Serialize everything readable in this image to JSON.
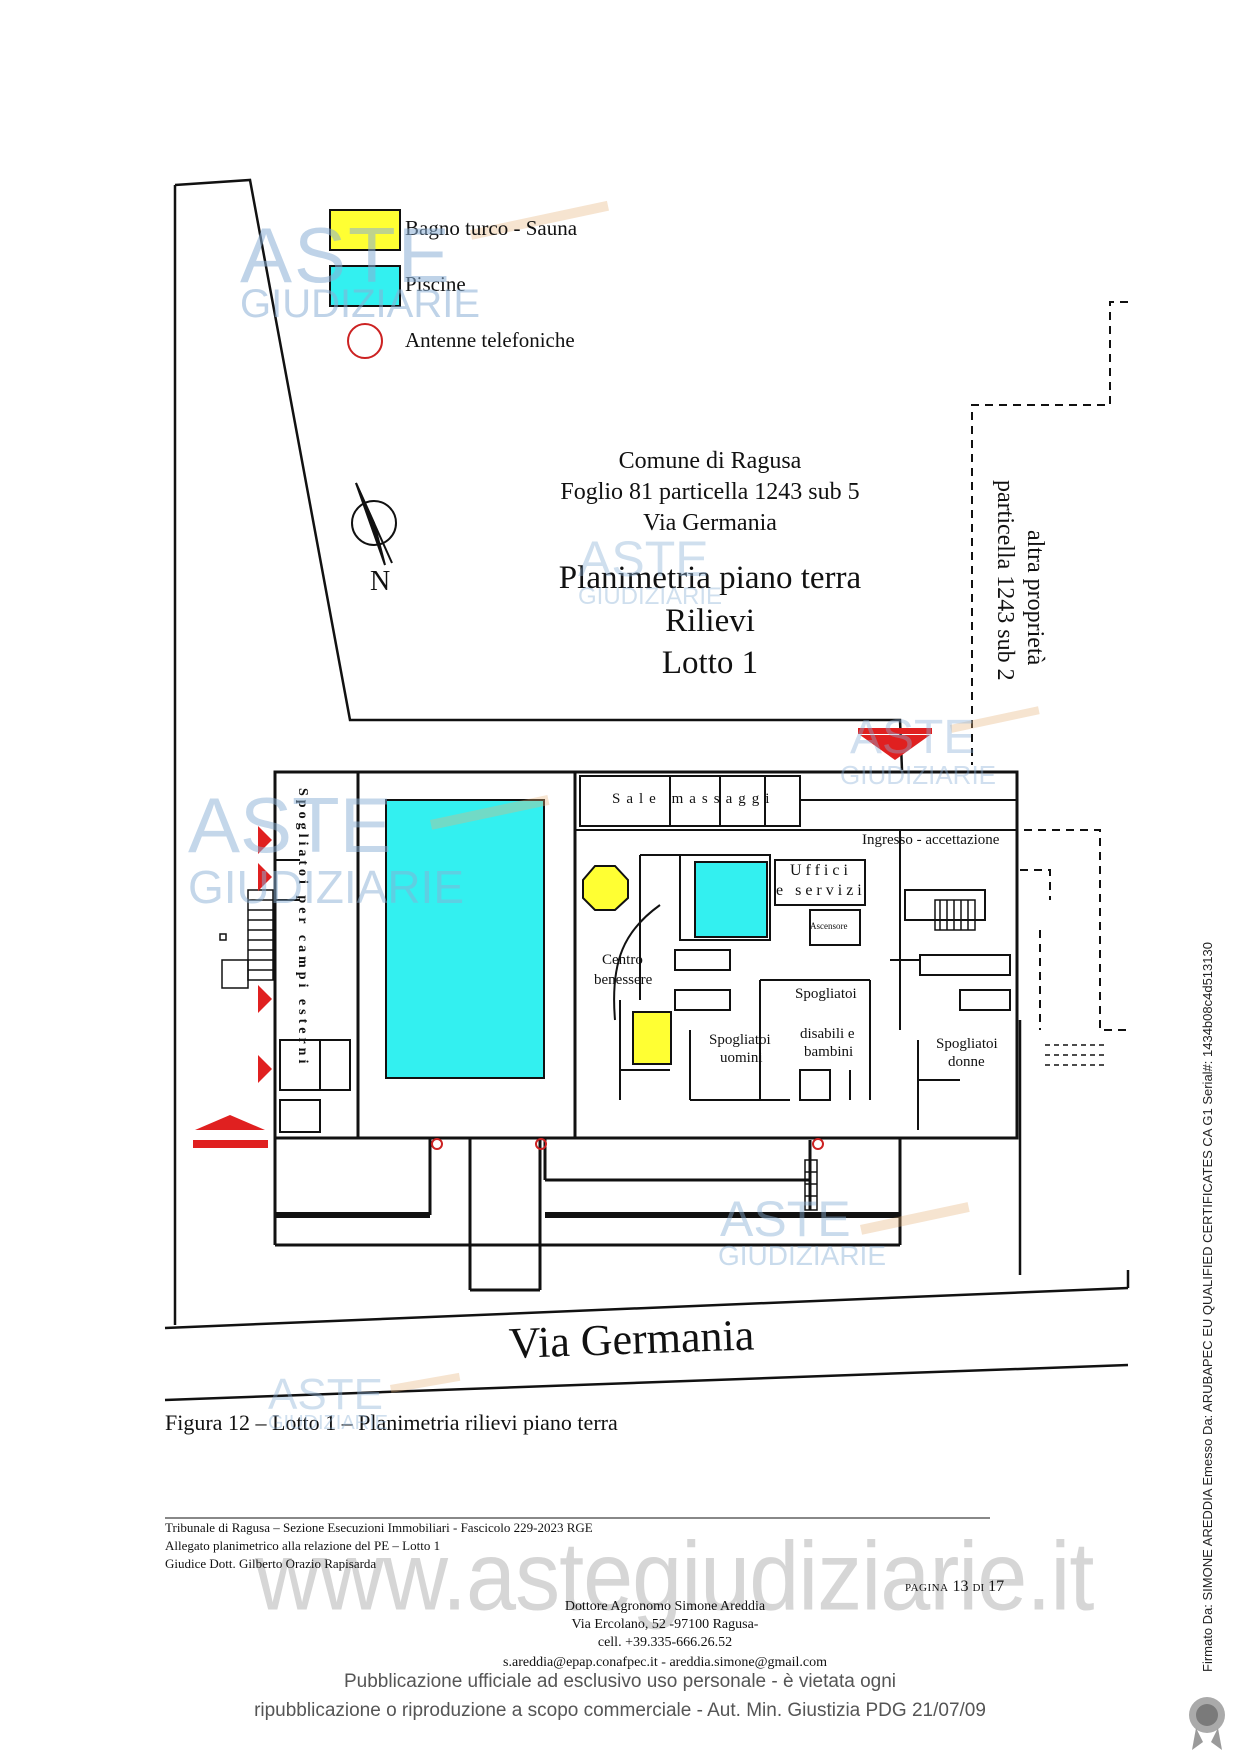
{
  "legend": {
    "items": [
      {
        "label": "Bagno turco - Sauna",
        "color": "#ffff33"
      },
      {
        "label": "Piscine",
        "color": "#33f0f0"
      },
      {
        "label": "Antenne telefoniche",
        "color": "#cc2222"
      }
    ]
  },
  "plan_title": {
    "line1": "Comune di Ragusa",
    "line2": "Foglio 81 particella 1243 sub 5",
    "line3": "Via Germania",
    "line4": "Planimetria piano terra",
    "line5": "Rilievi",
    "line6": "Lotto 1"
  },
  "compass": {
    "label": "N"
  },
  "neighbor": {
    "line1": "altra proprietà",
    "line2": "particella 1243 sub 2"
  },
  "rooms": {
    "spogliatoi_esterni": "Spogliatoi per campi esterni",
    "sale_massaggi": "Sale massaggi",
    "ingresso": "Ingresso - accettazione",
    "uffici_1": "Uffici",
    "uffici_2": "e servizi",
    "ascensore": "Ascensore",
    "centro_1": "Centro",
    "centro_2": "benessere",
    "spog_uomini_1": "Spogliatoi",
    "spog_uomini_2": "uomini",
    "spog_disabili_1": "Spogliatoi",
    "spog_disabili_2": "disabili e",
    "spog_disabili_3": "bambini",
    "spog_donne_1": "Spogliatoi",
    "spog_donne_2": "donne"
  },
  "street": "Via Germania",
  "caption": "Figura 12 – Lotto 1 – Planimetria rilievi piano terra",
  "watermark": {
    "brand_top": "ASTE",
    "brand_bottom": "GIUDIZIARIE",
    "site": "www.astegiudiziarie.it"
  },
  "footer": {
    "line1": "Tribunale di Ragusa – Sezione Esecuzioni Immobiliari - Fascicolo 229-2023 RGE",
    "line2": "Allegato planimetrico alla relazione del PE – Lotto 1",
    "line3": "Giudice Dott. Gilberto Orazio Rapisarda",
    "page_label": "PAGINA",
    "page_num": "13",
    "page_of": "DI",
    "page_total": "17"
  },
  "contact": {
    "name": "Dottore Agronomo Simone Areddia",
    "address": "Via Ercolano, 52 -97100 Ragusa-",
    "phone": "cell. +39.335-666.26.52",
    "email": "s.areddia@epap.conafpec.it  - areddia.simone@gmail.com"
  },
  "publication": {
    "line1": "Pubblicazione ufficiale ad esclusivo uso personale - è vietata ogni",
    "line2": "ripubblicazione o riproduzione a scopo commerciale - Aut. Min. Giustizia PDG 21/07/09"
  },
  "signature": "Firmato Da: SIMONE AREDDIA Emesso Da: ARUBAPEC EU QUALIFIED CERTIFICATES CA G1 Serial#: 1434b08c4d513130"
}
